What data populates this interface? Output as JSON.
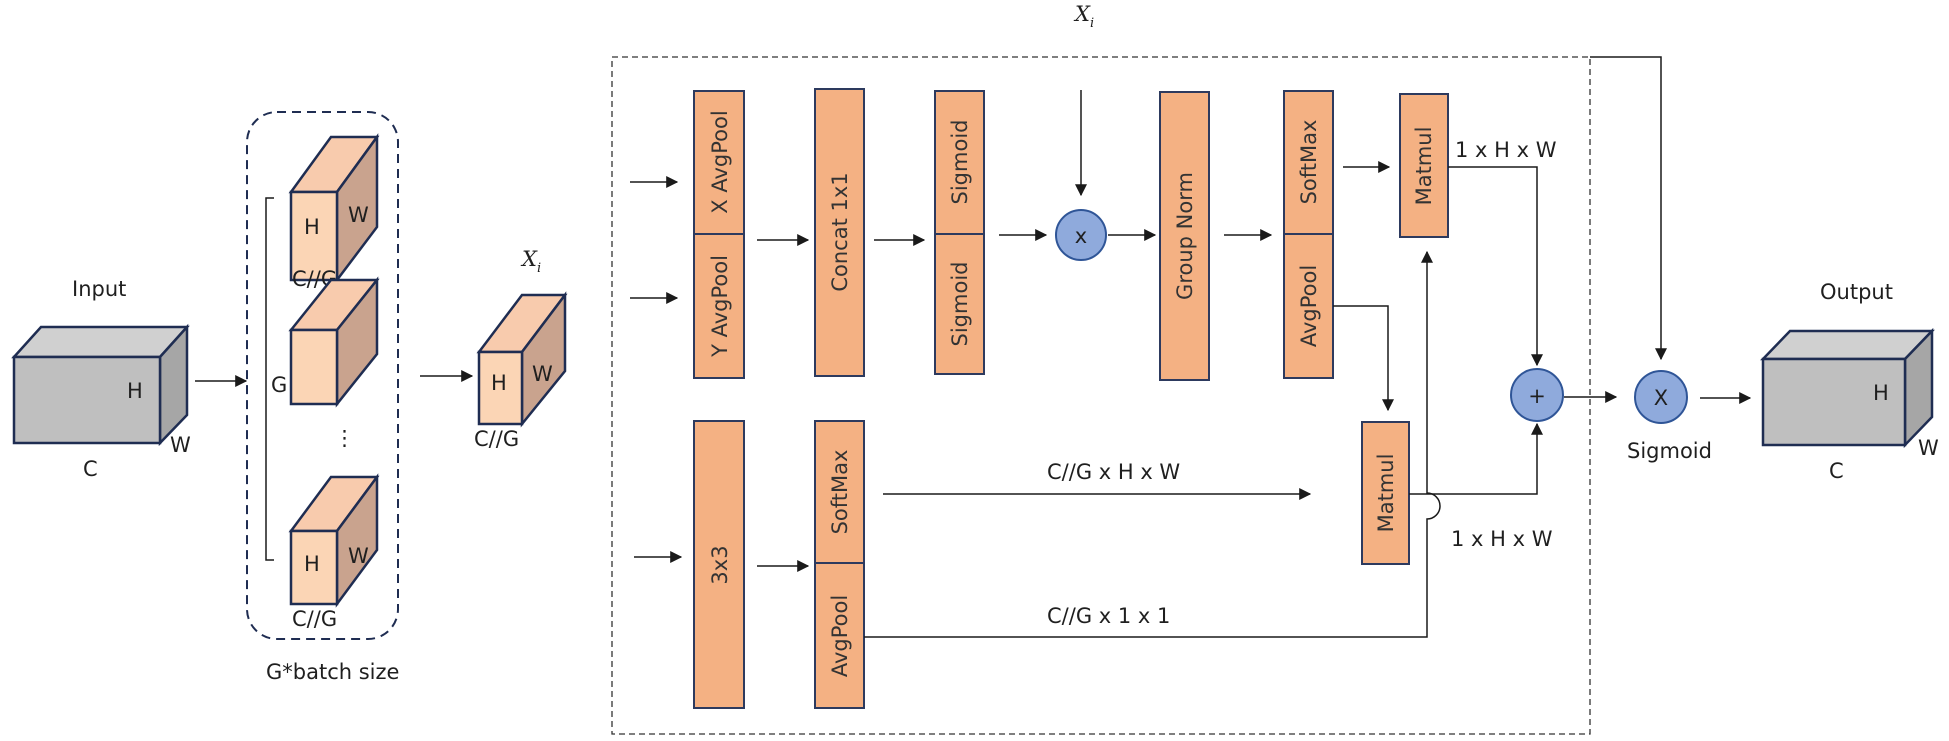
{
  "input": {
    "title": "Input",
    "c": "C",
    "h": "H",
    "w": "W"
  },
  "groups": {
    "g_label": "G",
    "cube_h": "H",
    "cube_w": "W",
    "cube_c": "C//G",
    "dots": "⋮",
    "caption": "G*batch size"
  },
  "xi": {
    "base": "X",
    "sub": "i",
    "h": "H",
    "w": "W",
    "c": "C//G"
  },
  "top_xi": {
    "base": "X",
    "sub": "i"
  },
  "blocks": {
    "x_avgpool": "X AvgPool",
    "y_avgpool": "Y AvgPool",
    "concat": "Concat 1x1",
    "sigmoid_top": "Sigmoid",
    "sigmoid_bottom": "Sigmoid",
    "group_norm": "Group Norm",
    "softmax_top": "SoftMax",
    "avgpool_top": "AvgPool",
    "matmul_top": "Matmul",
    "conv3x3": "3x3",
    "softmax_bottom": "SoftMax",
    "avgpool_bottom": "AvgPool",
    "matmul_bottom": "Matmul"
  },
  "ops": {
    "multiply": "x",
    "add": "+",
    "final_multiply": "X",
    "sigmoid_label": "Sigmoid"
  },
  "edge_labels": {
    "top_hw": "1 x H x W",
    "mid_chw": "C//G x H x W",
    "bottom_hw": "1 x H x W",
    "bottom_c11": "C//G x 1 x 1"
  },
  "output": {
    "title": "Output",
    "c": "C",
    "h": "H",
    "w": "W"
  },
  "colors": {
    "block": "#f4b183",
    "circle": "#8faadc",
    "cube_gray": "#bfbfbf",
    "cube_peach": "#fbd5b5"
  }
}
